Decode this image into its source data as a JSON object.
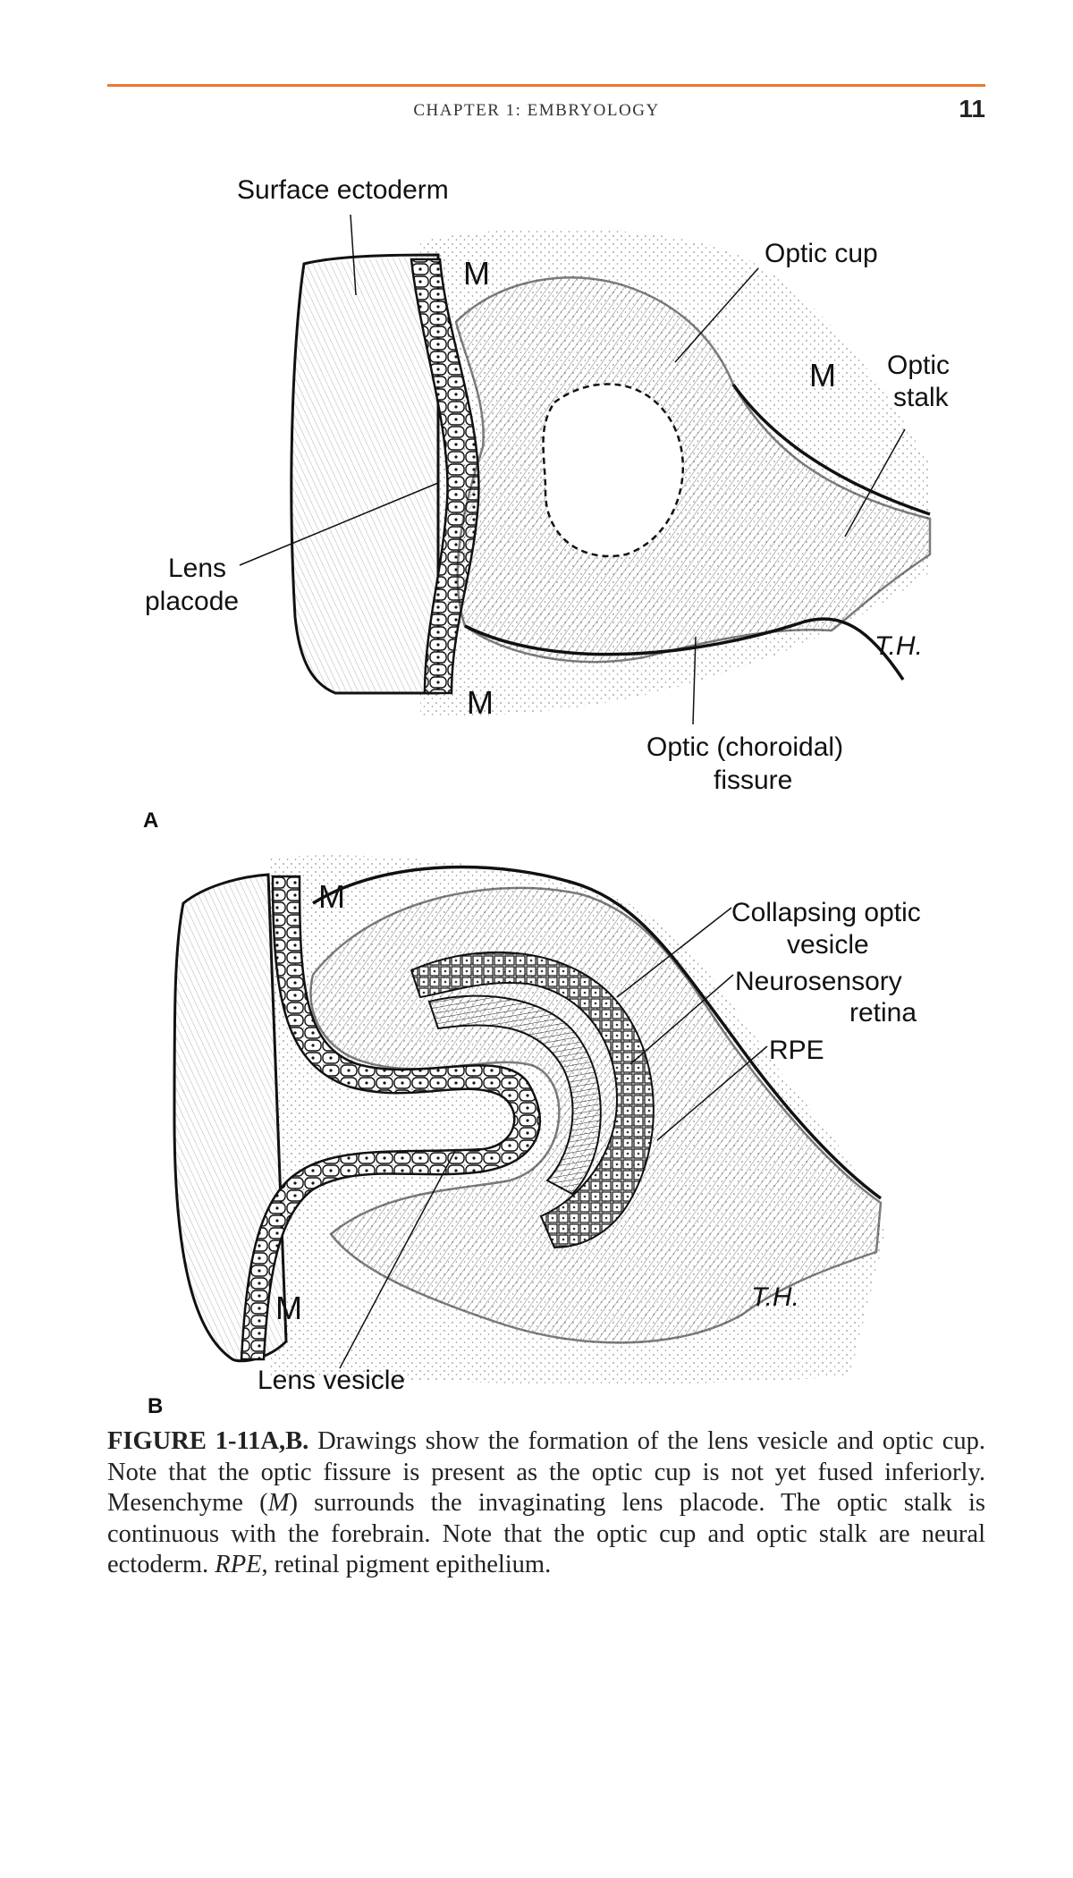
{
  "header": {
    "running_head": "CHAPTER 1: EMBRYOLOGY",
    "page_number": "11"
  },
  "figure_a": {
    "panel_label": "A",
    "labels": {
      "surface_ectoderm": "Surface ectoderm",
      "optic_cup": "Optic cup",
      "optic_stalk_1": "Optic",
      "optic_stalk_2": "stalk",
      "lens_placode_1": "Lens",
      "lens_placode_2": "placode",
      "optic_fissure_1": "Optic (choroidal)",
      "optic_fissure_2": "fissure",
      "mesenchyme": "M"
    }
  },
  "figure_b": {
    "panel_label": "B",
    "labels": {
      "collapsing_1": "Collapsing optic",
      "collapsing_2": "vesicle",
      "neurosensory_1": "Neurosensory",
      "neurosensory_2": "retina",
      "rpe": "RPE",
      "lens_vesicle": "Lens vesicle",
      "mesenchyme": "M"
    }
  },
  "artist_mark": "T.H.",
  "caption": {
    "label": "FIGURE 1-11A,B.",
    "t1": " Drawings show the formation of the lens vesicle and optic cup. Note that the optic fissure is present as the optic cup is not yet fused inferiorly. Mesenchyme (",
    "m": "M",
    "t2": ") surrounds the invaginating lens placode. The optic stalk is continuous with the forebrain. Note that the optic cup and optic stalk are neural ectoderm. ",
    "rpe": "RPE",
    "t3": ", retinal pigment epithelium."
  }
}
